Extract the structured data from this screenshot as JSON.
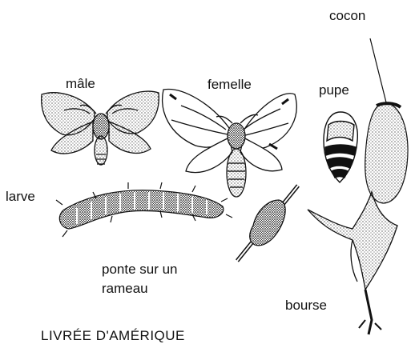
{
  "labels": {
    "cocon": "cocon",
    "male": "mâle",
    "femelle": "femelle",
    "pupe": "pupe",
    "larve": "larve",
    "ponte_line1": "ponte sur un",
    "ponte_line2": "rameau",
    "bourse": "bourse"
  },
  "caption": "LIVRÉE D'AMÉRIQUE",
  "colors": {
    "ink": "#111111",
    "background": "#ffffff"
  }
}
